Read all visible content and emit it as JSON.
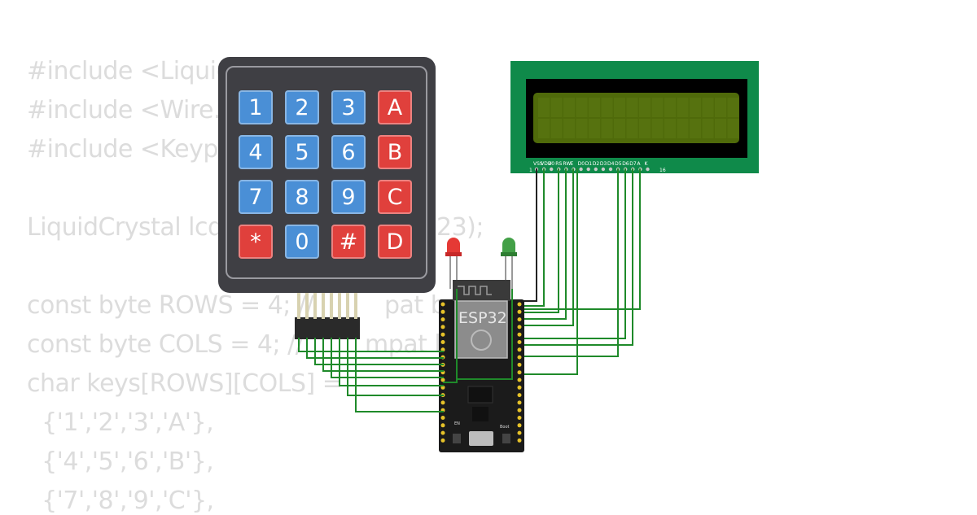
{
  "code": [
    "#include <Liquid",
    "#include <Wire.",
    "#include <Keypa",
    "",
    "LiquidCrystal lcd",
    "",
    "const byte ROWS = 4; //",
    "const byte COLS = 4; //",
    "char keys[ROWS][COLS] =",
    "  {'1','2','3','A'},",
    "  {'4','5','6','B'},",
    "  {'7','8','9','C'},"
  ],
  "code_fragments": {
    "line5_tail": "23);",
    "line7_tail": "pat ba",
    "line8_tail": "mpat kolo"
  },
  "keypad": {
    "keys": [
      {
        "label": "1",
        "color": "blue"
      },
      {
        "label": "2",
        "color": "blue"
      },
      {
        "label": "3",
        "color": "blue"
      },
      {
        "label": "A",
        "color": "red"
      },
      {
        "label": "4",
        "color": "blue"
      },
      {
        "label": "5",
        "color": "blue"
      },
      {
        "label": "6",
        "color": "blue"
      },
      {
        "label": "B",
        "color": "red"
      },
      {
        "label": "7",
        "color": "blue"
      },
      {
        "label": "8",
        "color": "blue"
      },
      {
        "label": "9",
        "color": "blue"
      },
      {
        "label": "C",
        "color": "red"
      },
      {
        "label": "*",
        "color": "red"
      },
      {
        "label": "0",
        "color": "blue"
      },
      {
        "label": "#",
        "color": "red"
      },
      {
        "label": "D",
        "color": "red"
      }
    ]
  },
  "lcd": {
    "pins": [
      "VSS",
      "VDD",
      "V0",
      "RS",
      "RW",
      "E",
      "D0",
      "D1",
      "D2",
      "D3",
      "D4",
      "D5",
      "D6",
      "D7",
      "A",
      "K"
    ],
    "pin_first": "1",
    "pin_last": "16",
    "board_color": "#0f8a4a",
    "screen_color": "#4f6a0a"
  },
  "esp32": {
    "label": "ESP32",
    "boot_label": "Boot",
    "en_label": "EN"
  },
  "leds": [
    {
      "color": "red",
      "hex": "#e53935"
    },
    {
      "color": "green",
      "hex": "#43a047"
    }
  ],
  "colors": {
    "wire": "#1f8a2a",
    "code_text": "#dcdcdc"
  }
}
